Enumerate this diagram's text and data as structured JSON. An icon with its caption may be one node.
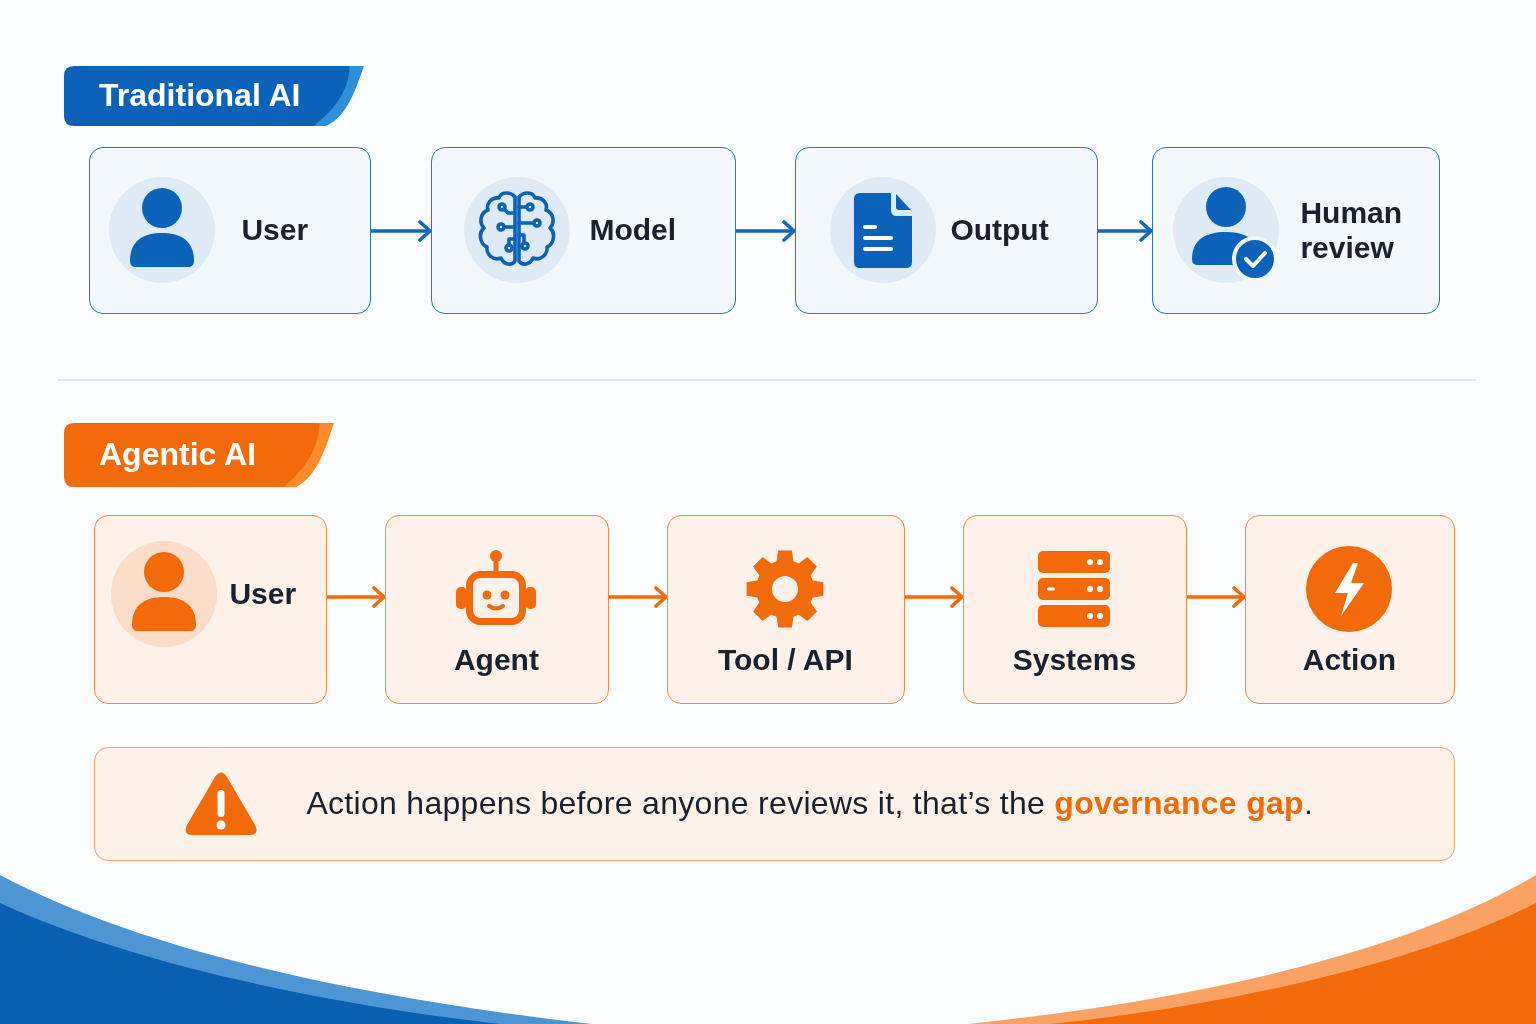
{
  "diagram": {
    "nodes": [
      {
        "text": [
          "Traditional AI"
        ]
      },
      {
        "text": [
          "User"
        ]
      },
      {
        "text": [
          "Model"
        ]
      },
      {
        "text": [
          "Output"
        ]
      },
      {
        "text": [
          "Human review"
        ]
      },
      {
        "text": [
          "Agentic AI"
        ]
      },
      {
        "text": [
          "User"
        ]
      },
      {
        "text": [
          "Agent"
        ]
      },
      {
        "text": [
          "Tool / API"
        ]
      },
      {
        "text": [
          "Systems"
        ]
      },
      {
        "text": [
          "Action"
        ]
      },
      {
        "text": [
          "Action happens before anyone reviews it, that’s the **governance gap**."
        ]
      }
    ],
    "edges": [
      {
        "from": 1,
        "to": 2,
        "arrow": "to",
        "color": "#1565c0"
      },
      {
        "from": 2,
        "to": 3,
        "arrow": "to",
        "color": "#1565c0"
      },
      {
        "from": 3,
        "to": 4,
        "arrow": "to",
        "color": "#1565c0"
      },
      {
        "from": 6,
        "to": 7,
        "arrow": "to"
      },
      {
        "from": 7,
        "to": 8,
        "arrow": "to"
      },
      {
        "from": 8,
        "to": 9,
        "arrow": "to"
      },
      {
        "from": 9,
        "to": 10,
        "arrow": "to"
      }
    ]
  }
}
